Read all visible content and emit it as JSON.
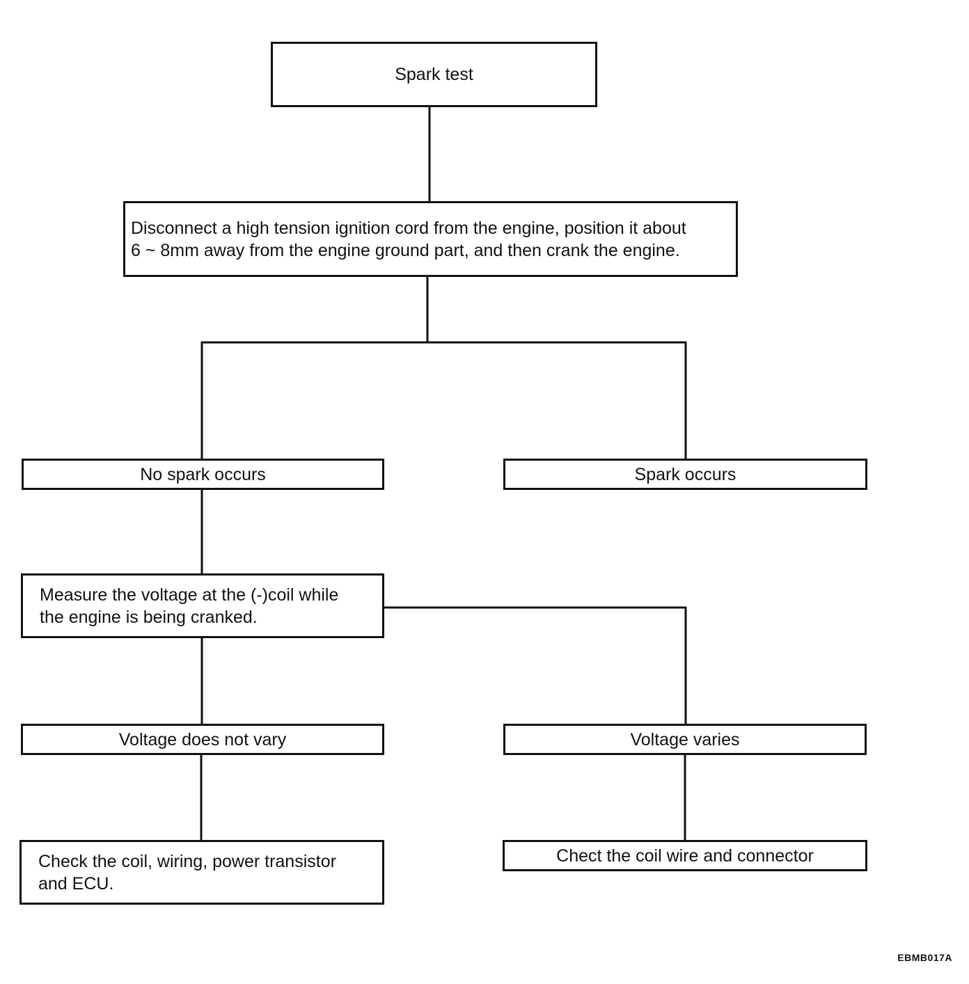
{
  "flowchart": {
    "start": "Spark test",
    "procedure": "Disconnect a high tension ignition cord from the engine, position it about\n6 ~ 8mm away from the engine ground part, and then crank the engine.",
    "no_spark": "No spark occurs",
    "spark": "Spark occurs",
    "measure": "Measure the voltage at the (-)coil while\nthe engine is being cranked.",
    "voltage_not_vary": "Voltage does not vary",
    "voltage_varies": "Voltage varies",
    "check_coil": "Check the coil, wiring, power transistor\nand ECU.",
    "check_wire": "Chect the coil wire and connector"
  },
  "figure_code": "EBMB017A",
  "colors": {
    "line": "#111111",
    "background": "#ffffff"
  }
}
